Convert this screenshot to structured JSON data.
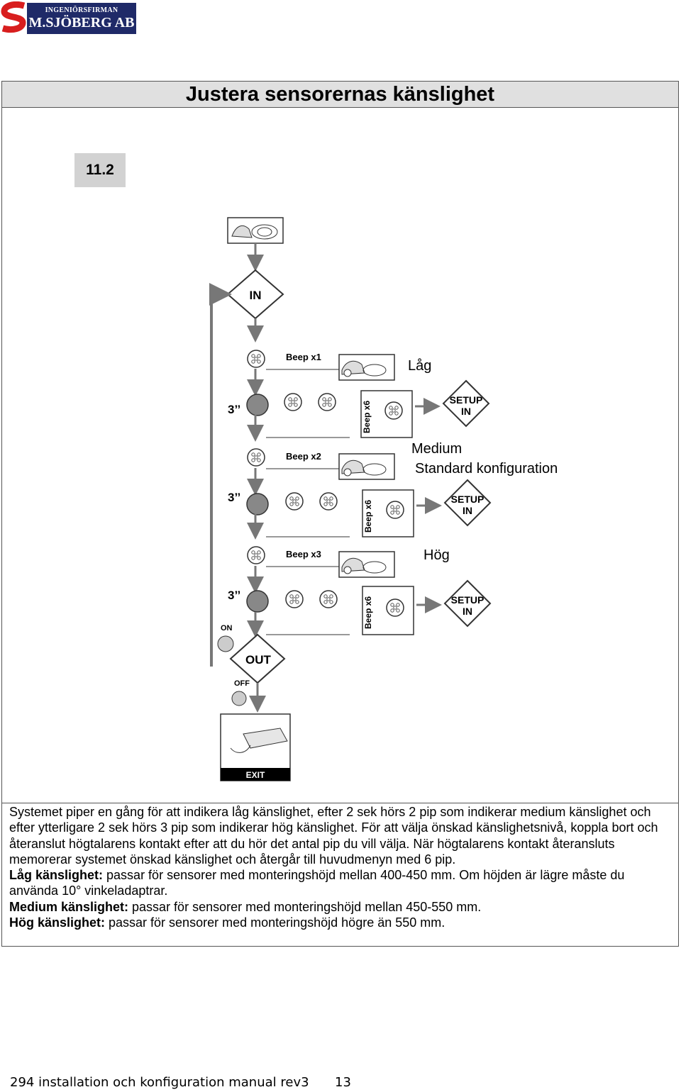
{
  "logo": {
    "line1": "INGENIÖRSFIRMAN",
    "line2": "M.SJÖBERG AB"
  },
  "title": "Justera sensorernas känslighet",
  "section_number": "11.2",
  "diagram": {
    "in_label": "IN",
    "out_label": "OUT",
    "exit_label": "EXIT",
    "on_label": "ON",
    "off_label": "OFF",
    "setup_label_1": "SETUP",
    "setup_label_2": "IN",
    "timer_label": "3’’",
    "beep_x6": "Beep x6",
    "levels": [
      {
        "beep": "Beep x1",
        "label": "Låg",
        "label2": ""
      },
      {
        "beep": "Beep x2",
        "label": "Medium",
        "label2": "Standard konfiguration"
      },
      {
        "beep": "Beep x3",
        "label": "Hög",
        "label2": ""
      }
    ]
  },
  "body": {
    "p1": "Systemet piper en gång för att indikera låg känslighet, efter 2 sek hörs 2 pip som indikerar medium känslighet och efter ytterligare 2 sek hörs 3 pip som indikerar hög känslighet. För att välja önskad känslighetsnivå, koppla bort och återanslut högtalarens kontakt efter att du hör det antal pip du vill välja. När högtalarens kontakt återansluts memorerar systemet önskad känslighet och återgår till huvudmenyn med 6 pip.",
    "low_label": "Låg känslighet:",
    "low_text": " passar för sensorer med monteringshöjd mellan 400-450 mm. Om höjden är lägre måste du använda  10° vinkeladaptrar.",
    "medium_label": "Medium känslighet:",
    "medium_text": " passar för sensorer med monteringshöjd mellan 450-550 mm.",
    "high_label": "Hög känslighet:",
    "high_text": " passar för sensorer med monteringshöjd högre än 550 mm."
  },
  "footer": {
    "manual": "294 installation och konfiguration manual rev3",
    "page": "13"
  }
}
